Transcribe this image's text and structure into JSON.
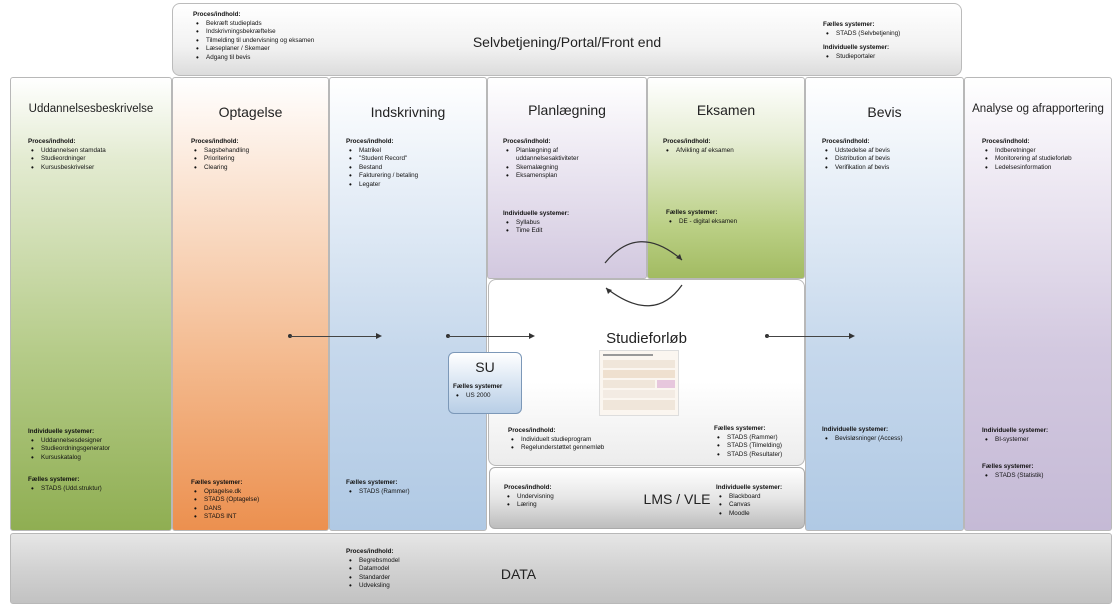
{
  "top": {
    "title": "Selvbetjening/Portal/Front end",
    "proc_header": "Proces/indhold:",
    "proc_items": [
      "Bekræft studieplads",
      "Indskrivningsbekræftelse",
      "Tilmelding til undervisning og eksamen",
      "Læseplaner / Skemaer",
      "Adgang til bevis"
    ],
    "shared_header": "Fælles systemer:",
    "shared_items": [
      "STADS (Selvbetjening)"
    ],
    "indiv_header": "Individuelle systemer:",
    "indiv_items": [
      "Studieportaler"
    ]
  },
  "columns": {
    "uddannelse": {
      "title": "Uddannelsesbeskrivelse",
      "proc_header": "Proces/indhold:",
      "proc_items": [
        "Uddannelsen stamdata",
        "Studieordninger",
        "Kursusbeskrivelser"
      ],
      "indiv_header": "Individuelle systemer:",
      "indiv_items": [
        "Uddannelsesdesigner",
        "Studieordningsgenerator",
        "Kursuskatalog"
      ],
      "shared_header": "Fælles systemer:",
      "shared_items": [
        "STADS (Udd.struktur)"
      ]
    },
    "optagelse": {
      "title": "Optagelse",
      "proc_header": "Proces/indhold:",
      "proc_items": [
        "Sagsbehandling",
        "Prioritering",
        "Clearing"
      ],
      "shared_header": "Fælles systemer:",
      "shared_items": [
        "Optagelse.dk",
        "STADS (Optagelse)",
        "DANS",
        "STADS INT"
      ]
    },
    "indskrivning": {
      "title": "Indskrivning",
      "proc_header": "Proces/indhold:",
      "proc_items": [
        "Matrikel",
        "\"Student Record\"",
        "Bestand",
        "Fakturering / betaling",
        "Legater"
      ],
      "shared_header": "Fælles systemer:",
      "shared_items": [
        "STADS (Rammer)"
      ]
    },
    "planlaegning": {
      "title": "Planlægning",
      "proc_header": "Proces/indhold:",
      "proc_items": [
        "Planlægning af uddannelsesaktiviteter",
        "Skemalægning",
        "Eksamensplan"
      ],
      "indiv_header": "Individuelle systemer:",
      "indiv_items": [
        "Syllabus",
        "Time Edit"
      ]
    },
    "eksamen": {
      "title": "Eksamen",
      "proc_header": "Proces/indhold:",
      "proc_items": [
        "Afvikling af eksamen"
      ],
      "shared_header": "Fælles systemer:",
      "shared_items": [
        "DE - digital eksamen"
      ]
    },
    "bevis": {
      "title": "Bevis",
      "proc_header": "Proces/indhold:",
      "proc_items": [
        "Udstedelse af bevis",
        "Distribution af bevis",
        "Verifikation af bevis"
      ],
      "indiv_header": "Individuelle systemer:",
      "indiv_items": [
        "Bevisløsninger (Access)"
      ]
    },
    "analyse": {
      "title": "Analyse og afrapportering",
      "proc_header": "Proces/indhold:",
      "proc_items": [
        "Indberetninger",
        "Monitorering af studieforløb",
        "Ledelsesinformation"
      ],
      "indiv_header": "Individuelle systemer:",
      "indiv_items": [
        "BI-systemer"
      ],
      "shared_header": "Fælles systemer:",
      "shared_items": [
        "STADS (Statistik)"
      ]
    }
  },
  "studieforloeb": {
    "title": "Studieforløb",
    "proc_header": "Proces/indhold:",
    "proc_items": [
      "Individuelt studieprogram",
      "Regelunderstøttet gennemløb"
    ],
    "shared_header": "Fælles systemer:",
    "shared_items": [
      "STADS (Rammer)",
      "STADS (Tilmelding)",
      "STADS (Resultater)"
    ]
  },
  "su": {
    "title": "SU",
    "shared_header": "Fælles systemer",
    "shared_items": [
      "US 2000"
    ]
  },
  "lms": {
    "title": "LMS / VLE",
    "proc_header": "Proces/indhold:",
    "proc_items": [
      "Undervisning",
      "Læring"
    ],
    "indiv_header": "Individuelle systemer:",
    "indiv_items": [
      "Blackboard",
      "Canvas",
      "Moodle"
    ]
  },
  "data": {
    "title": "DATA",
    "proc_header": "Proces/indhold:",
    "proc_items": [
      "Begrebsmodel",
      "Datamodel",
      "Standarder",
      "Udveksling"
    ]
  },
  "colors": {
    "uddannelse": "#8fae52",
    "optagelse": "#ee9a5c",
    "indskrivning": "#b5cde6",
    "planlaegning": "#cfc5dc",
    "eksamen": "#a9bf6c",
    "bevis": "#b5cde6",
    "analyse": "#c9bfd8",
    "data": "#c8c8c8"
  }
}
